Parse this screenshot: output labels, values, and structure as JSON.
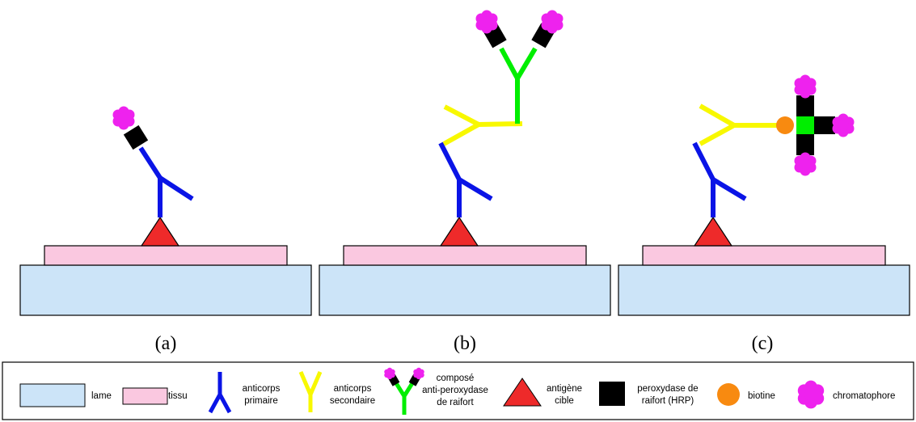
{
  "panels": [
    {
      "label": "(a)"
    },
    {
      "label": "(b)"
    },
    {
      "label": "(c)"
    }
  ],
  "legend": {
    "lame": "lame",
    "tissu": "tissu",
    "primary": [
      "anticorps",
      "primaire"
    ],
    "secondary": [
      "anticorps",
      "secondaire"
    ],
    "compound": [
      "composé",
      "anti-peroxydase",
      "de raifort"
    ],
    "antigen": [
      "antigène",
      "cible"
    ],
    "hrp": [
      "peroxydase de",
      "raifort (HRP)"
    ],
    "biotin": "biotine",
    "chromatophore": "chromatophore"
  },
  "colors": {
    "slide": "#cce4f8",
    "tissue": "#fac8e0",
    "primary_antibody": "#0a14e6",
    "secondary_antibody": "#f8f800",
    "pap_complex": "#00ee00",
    "antigen": "#ee2a2a",
    "hrp": "#000000",
    "biotin": "#f88a10",
    "chromatophore": "#ee22ee"
  }
}
